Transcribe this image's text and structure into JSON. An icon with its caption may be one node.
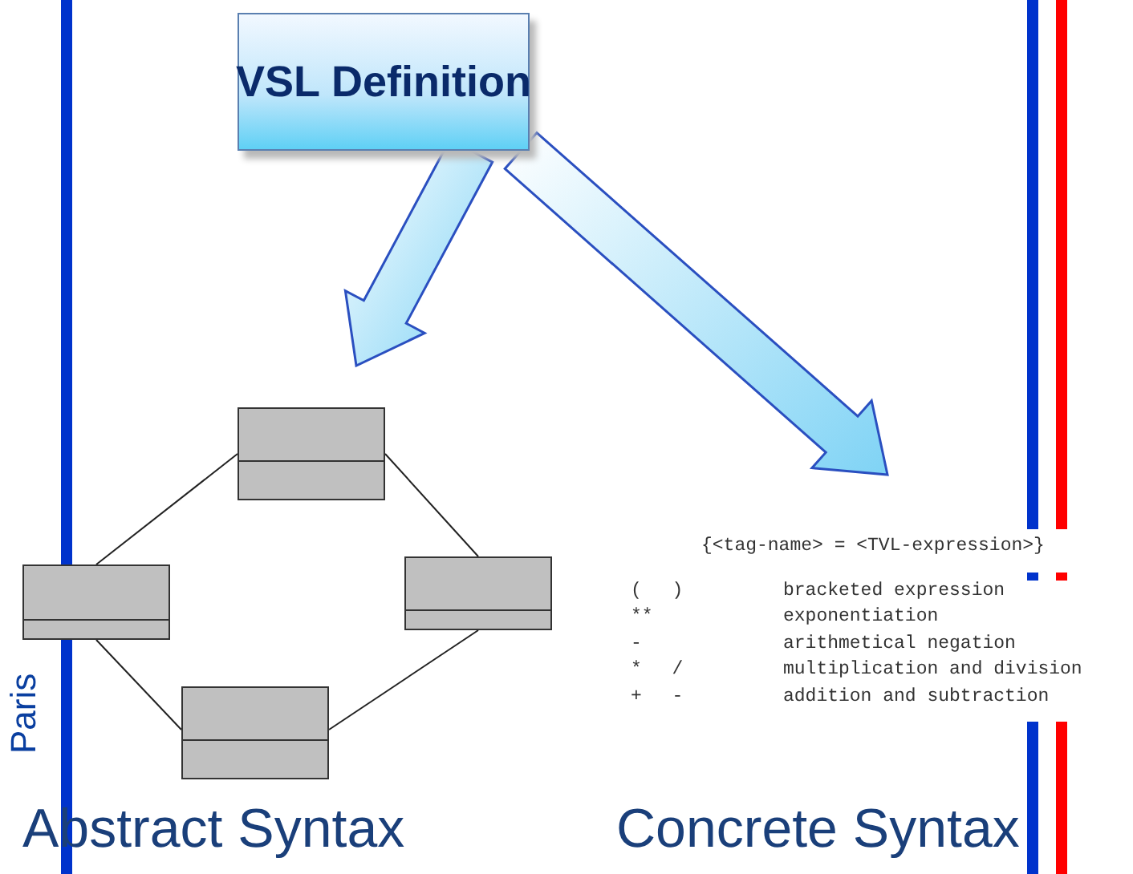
{
  "diagram": {
    "nodes": [
      {
        "text": [
          "VSL Definition"
        ]
      },
      {
        "text": [],
        "shape": "box"
      },
      {
        "text": [],
        "shape": "box"
      },
      {
        "text": [],
        "shape": "box"
      },
      {
        "text": [],
        "shape": "box"
      }
    ],
    "edges": [
      {
        "from": 0,
        "to": null,
        "arrow": "to"
      },
      {
        "from": 0,
        "to": null,
        "arrow": "to"
      },
      {
        "from": 1,
        "to": 2,
        "arrow": "none"
      },
      {
        "from": 1,
        "to": 3,
        "arrow": "none"
      },
      {
        "from": 2,
        "to": 4,
        "arrow": "none"
      },
      {
        "from": 4,
        "to": 3,
        "arrow": "none"
      }
    ],
    "labels": [
      "{<tag-name> = <TVL-expression>}",
      "( )",
      "bracketed expression",
      "**",
      "exponentiation",
      "-",
      "arithmetical negation",
      "* /",
      "multiplication and division",
      "+ -",
      "addition and subtraction",
      "Abstract Syntax",
      "Concrete Syntax",
      "Paris"
    ]
  }
}
